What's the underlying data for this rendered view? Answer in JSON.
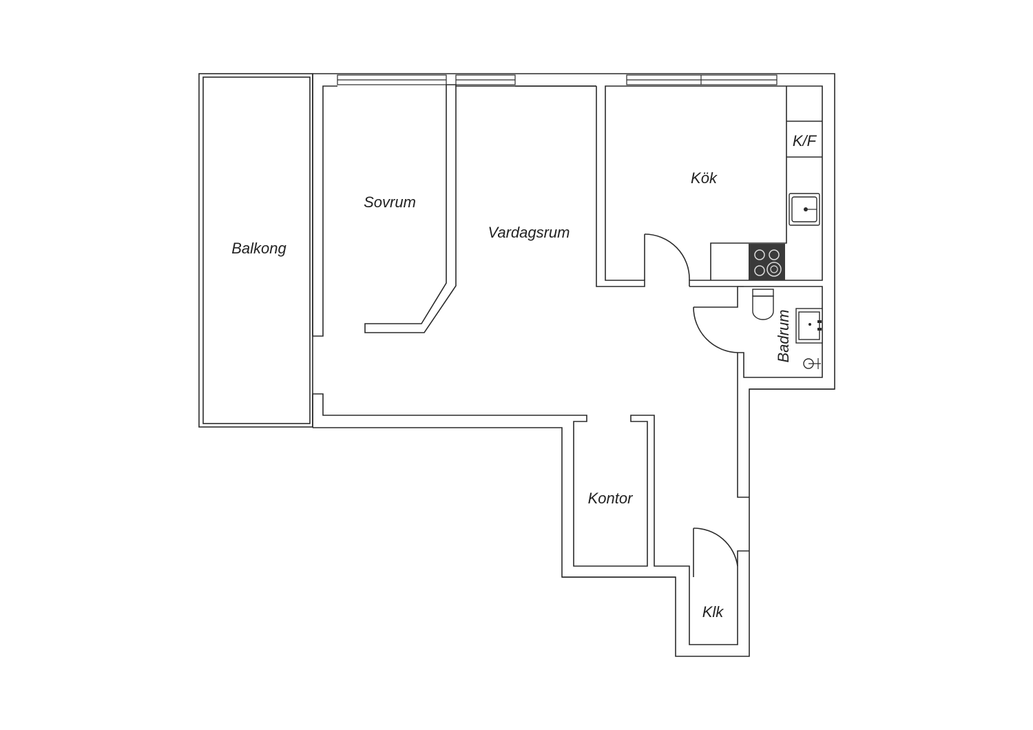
{
  "floorplan": {
    "rooms": {
      "balkong": "Balkong",
      "sovrum": "Sovrum",
      "vardagsrum": "Vardagsrum",
      "kok": "Kök",
      "kf": "K/F",
      "badrum": "Badrum",
      "kontor": "Kontor",
      "klk": "Klk"
    }
  },
  "colors": {
    "line": "#2a2a2a",
    "background": "#ffffff",
    "stove": "#3a3a3a"
  }
}
